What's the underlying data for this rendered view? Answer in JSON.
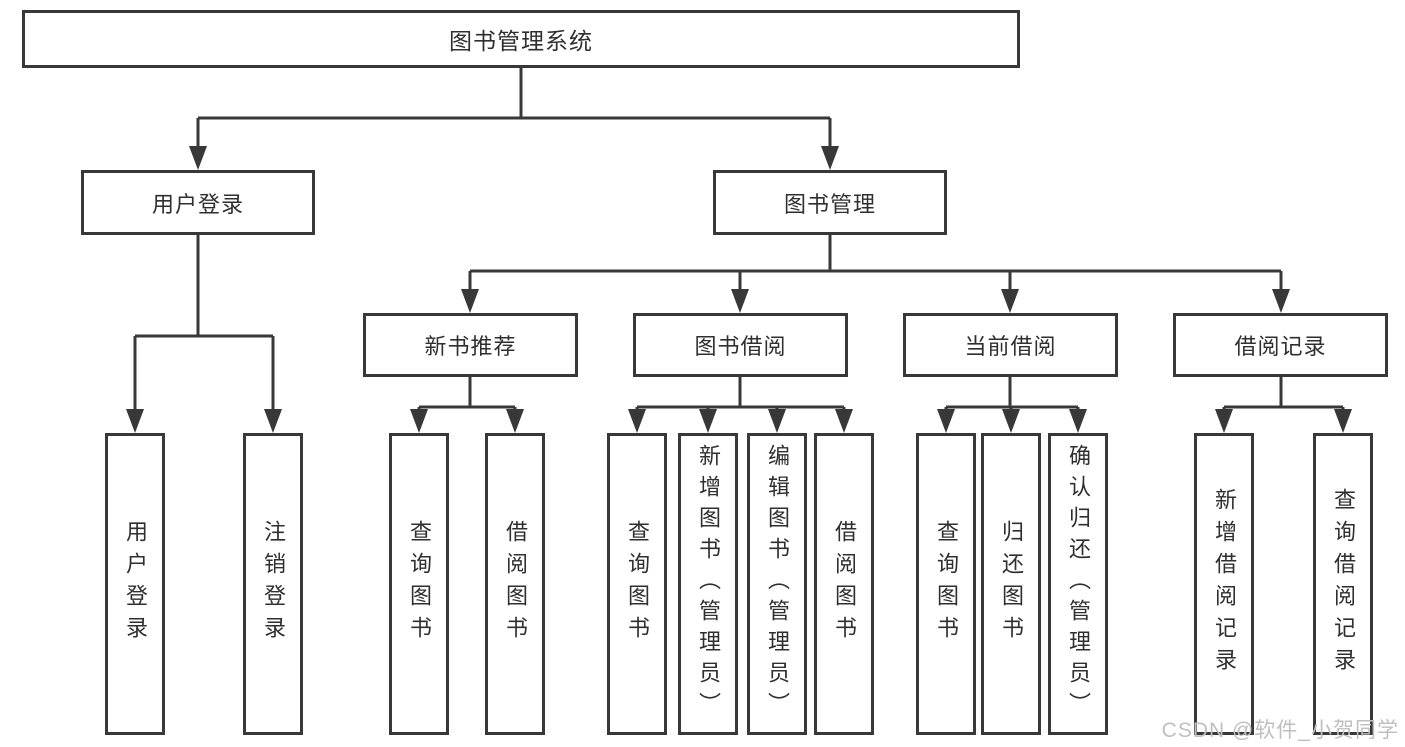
{
  "tree": {
    "root": {
      "label": "图书管理系统"
    },
    "branches": [
      {
        "label": "用户登录",
        "leaves": [
          "用户登录",
          "注销登录"
        ]
      },
      {
        "label": "图书管理",
        "children": [
          {
            "label": "新书推荐",
            "leaves": [
              "查询图书",
              "借阅图书"
            ]
          },
          {
            "label": "图书借阅",
            "leaves": [
              "查询图书",
              "新增图书（管理员）",
              "编辑图书（管理员）",
              "借阅图书"
            ]
          },
          {
            "label": "当前借阅",
            "leaves": [
              "查询图书",
              "归还图书",
              "确认归还（管理员）"
            ]
          },
          {
            "label": "借阅记录",
            "leaves": [
              "新增借阅记录",
              "查询借阅记录"
            ]
          }
        ]
      }
    ]
  },
  "watermark": "CSDN @软件_小贺同学",
  "colors": {
    "line": "#383838",
    "text": "#2f2f2f",
    "background": "#ffffff",
    "watermark": "#bfbfbf"
  }
}
